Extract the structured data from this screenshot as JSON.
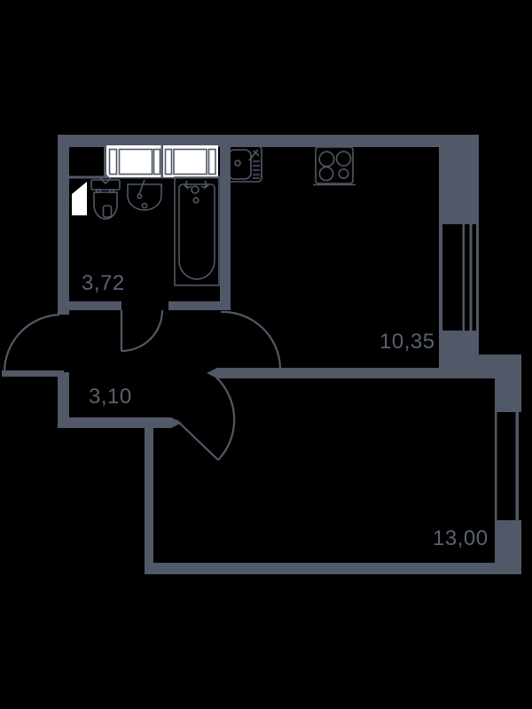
{
  "floorplan": {
    "type": "apartment-floor-plan",
    "colors": {
      "bg": "#000000",
      "wall": "#515867",
      "white": "#ffffff",
      "label": "#5a6170"
    },
    "rooms": [
      {
        "name": "bathroom",
        "area_label": "3,72"
      },
      {
        "name": "hallway",
        "area_label": "3,10"
      },
      {
        "name": "kitchen",
        "area_label": "10,35"
      },
      {
        "name": "living-room",
        "area_label": "13,00"
      }
    ],
    "fixtures": [
      "toilet",
      "washbasin",
      "bathtub",
      "wardrobe",
      "shaft",
      "kitchen-sink",
      "stove"
    ],
    "windows": [
      "kitchen-window",
      "living-room-window"
    ],
    "doors": [
      "entrance-door",
      "bathroom-door",
      "kitchen-door",
      "living-room-door"
    ]
  }
}
